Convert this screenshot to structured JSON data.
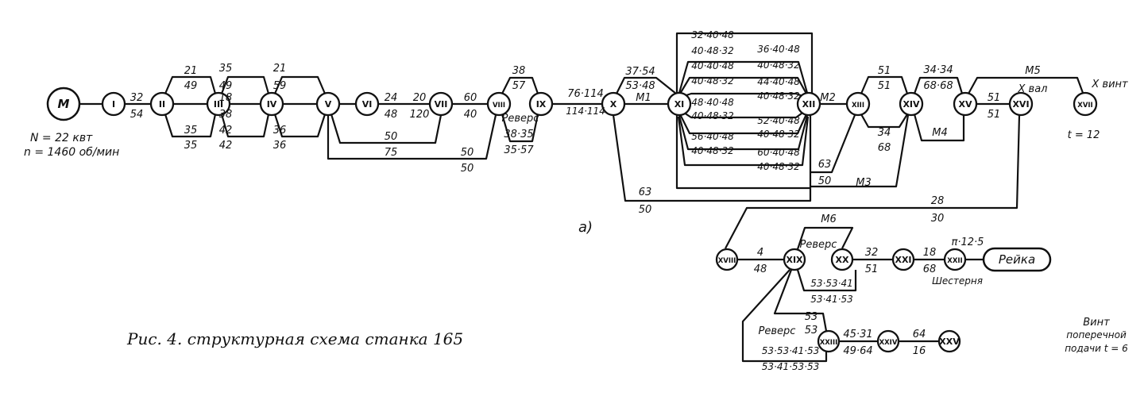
{
  "motor": {
    "label": "M",
    "power": "N = 22 квт",
    "speed": "n = 1460 об/мин"
  },
  "nodes": [
    "I",
    "II",
    "III",
    "IV",
    "V",
    "VI",
    "VII",
    "VIII",
    "IX",
    "X",
    "XI",
    "XII",
    "XIII",
    "XIV",
    "XV",
    "XVI",
    "XVII",
    "XVIII",
    "XIX",
    "XX",
    "XXI",
    "XXII",
    "XXIII",
    "XXIV",
    "XXV"
  ],
  "rack": "Рейка",
  "gear_labels": [
    "32",
    "54",
    "21",
    "49",
    "35",
    "35",
    "35",
    "49",
    "18",
    "38",
    "42",
    "42",
    "21",
    "59",
    "36",
    "36",
    "24",
    "48",
    "50",
    "75",
    "20",
    "120",
    "60",
    "40",
    "50",
    "50",
    "38",
    "57",
    "Реверс",
    "38·35",
    "35·57",
    "76·114",
    "114·114",
    "37·54",
    "53·48",
    "M1",
    "63",
    "50",
    "32·40·48",
    "40·48·32",
    "36·40·48",
    "40·48·32",
    "40·40·48",
    "40·48·32",
    "44·40·48",
    "40·48·32",
    "48·40·48",
    "40·48·32",
    "52·40·48",
    "40·48·32",
    "56·40·48",
    "40·48·32",
    "60·40·48",
    "40·48·32",
    "M2",
    "51",
    "51",
    "34",
    "68",
    "34·34",
    "68·68",
    "M4",
    "63",
    "50",
    "M3",
    "51",
    "51",
    "M5",
    "X вал",
    "X винт",
    "t = 12",
    "28",
    "30",
    "4",
    "48",
    "M6",
    "Реверс",
    "53·53·41",
    "53·41·53",
    "32",
    "51",
    "18",
    "68",
    "π·12·5",
    "Шестерня",
    "53",
    "53",
    "Реверс",
    "53·53·41·53",
    "53·41·53·53",
    "45·31",
    "49·64",
    "64",
    "16",
    "Винт",
    "поперечной",
    "подачи t = 6"
  ],
  "subfigure_label": "а)",
  "caption": "Рис.  4. структурная схема  станка 165"
}
